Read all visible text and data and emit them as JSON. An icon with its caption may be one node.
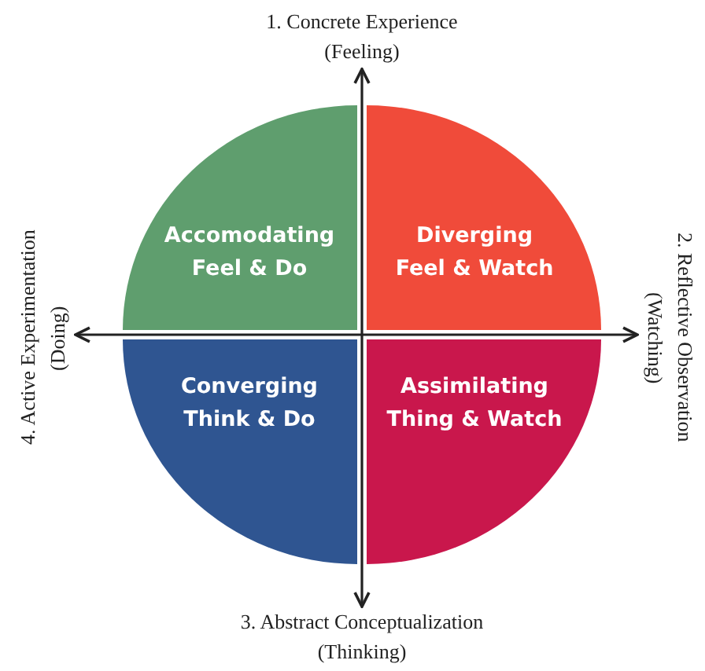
{
  "diagram": {
    "nodes": [
      {
        "text": [
          "1. Concrete Experience",
          "(Feeling)"
        ]
      },
      {
        "text": [
          "Accomodating",
          "Feel & Do"
        ]
      },
      {
        "text": [
          "Diverging",
          "Feel & Watch"
        ]
      },
      {
        "text": [
          "4. Active Experimentation",
          "(Doing)"
        ]
      },
      {
        "text": [
          "2. Reflective Observation",
          "(Watching)"
        ]
      },
      {
        "text": [
          "Converging",
          "Think & Do"
        ]
      },
      {
        "text": [
          "Assimilating",
          "Thing & Watch"
        ]
      },
      {
        "text": [
          "3. Abstract Conceptualization",
          "(Thinking)"
        ]
      }
    ],
    "edges": [
      {
        "from": 0,
        "to": 7,
        "arrow": "both"
      },
      {
        "from": 3,
        "to": 4,
        "arrow": "both"
      }
    ]
  }
}
